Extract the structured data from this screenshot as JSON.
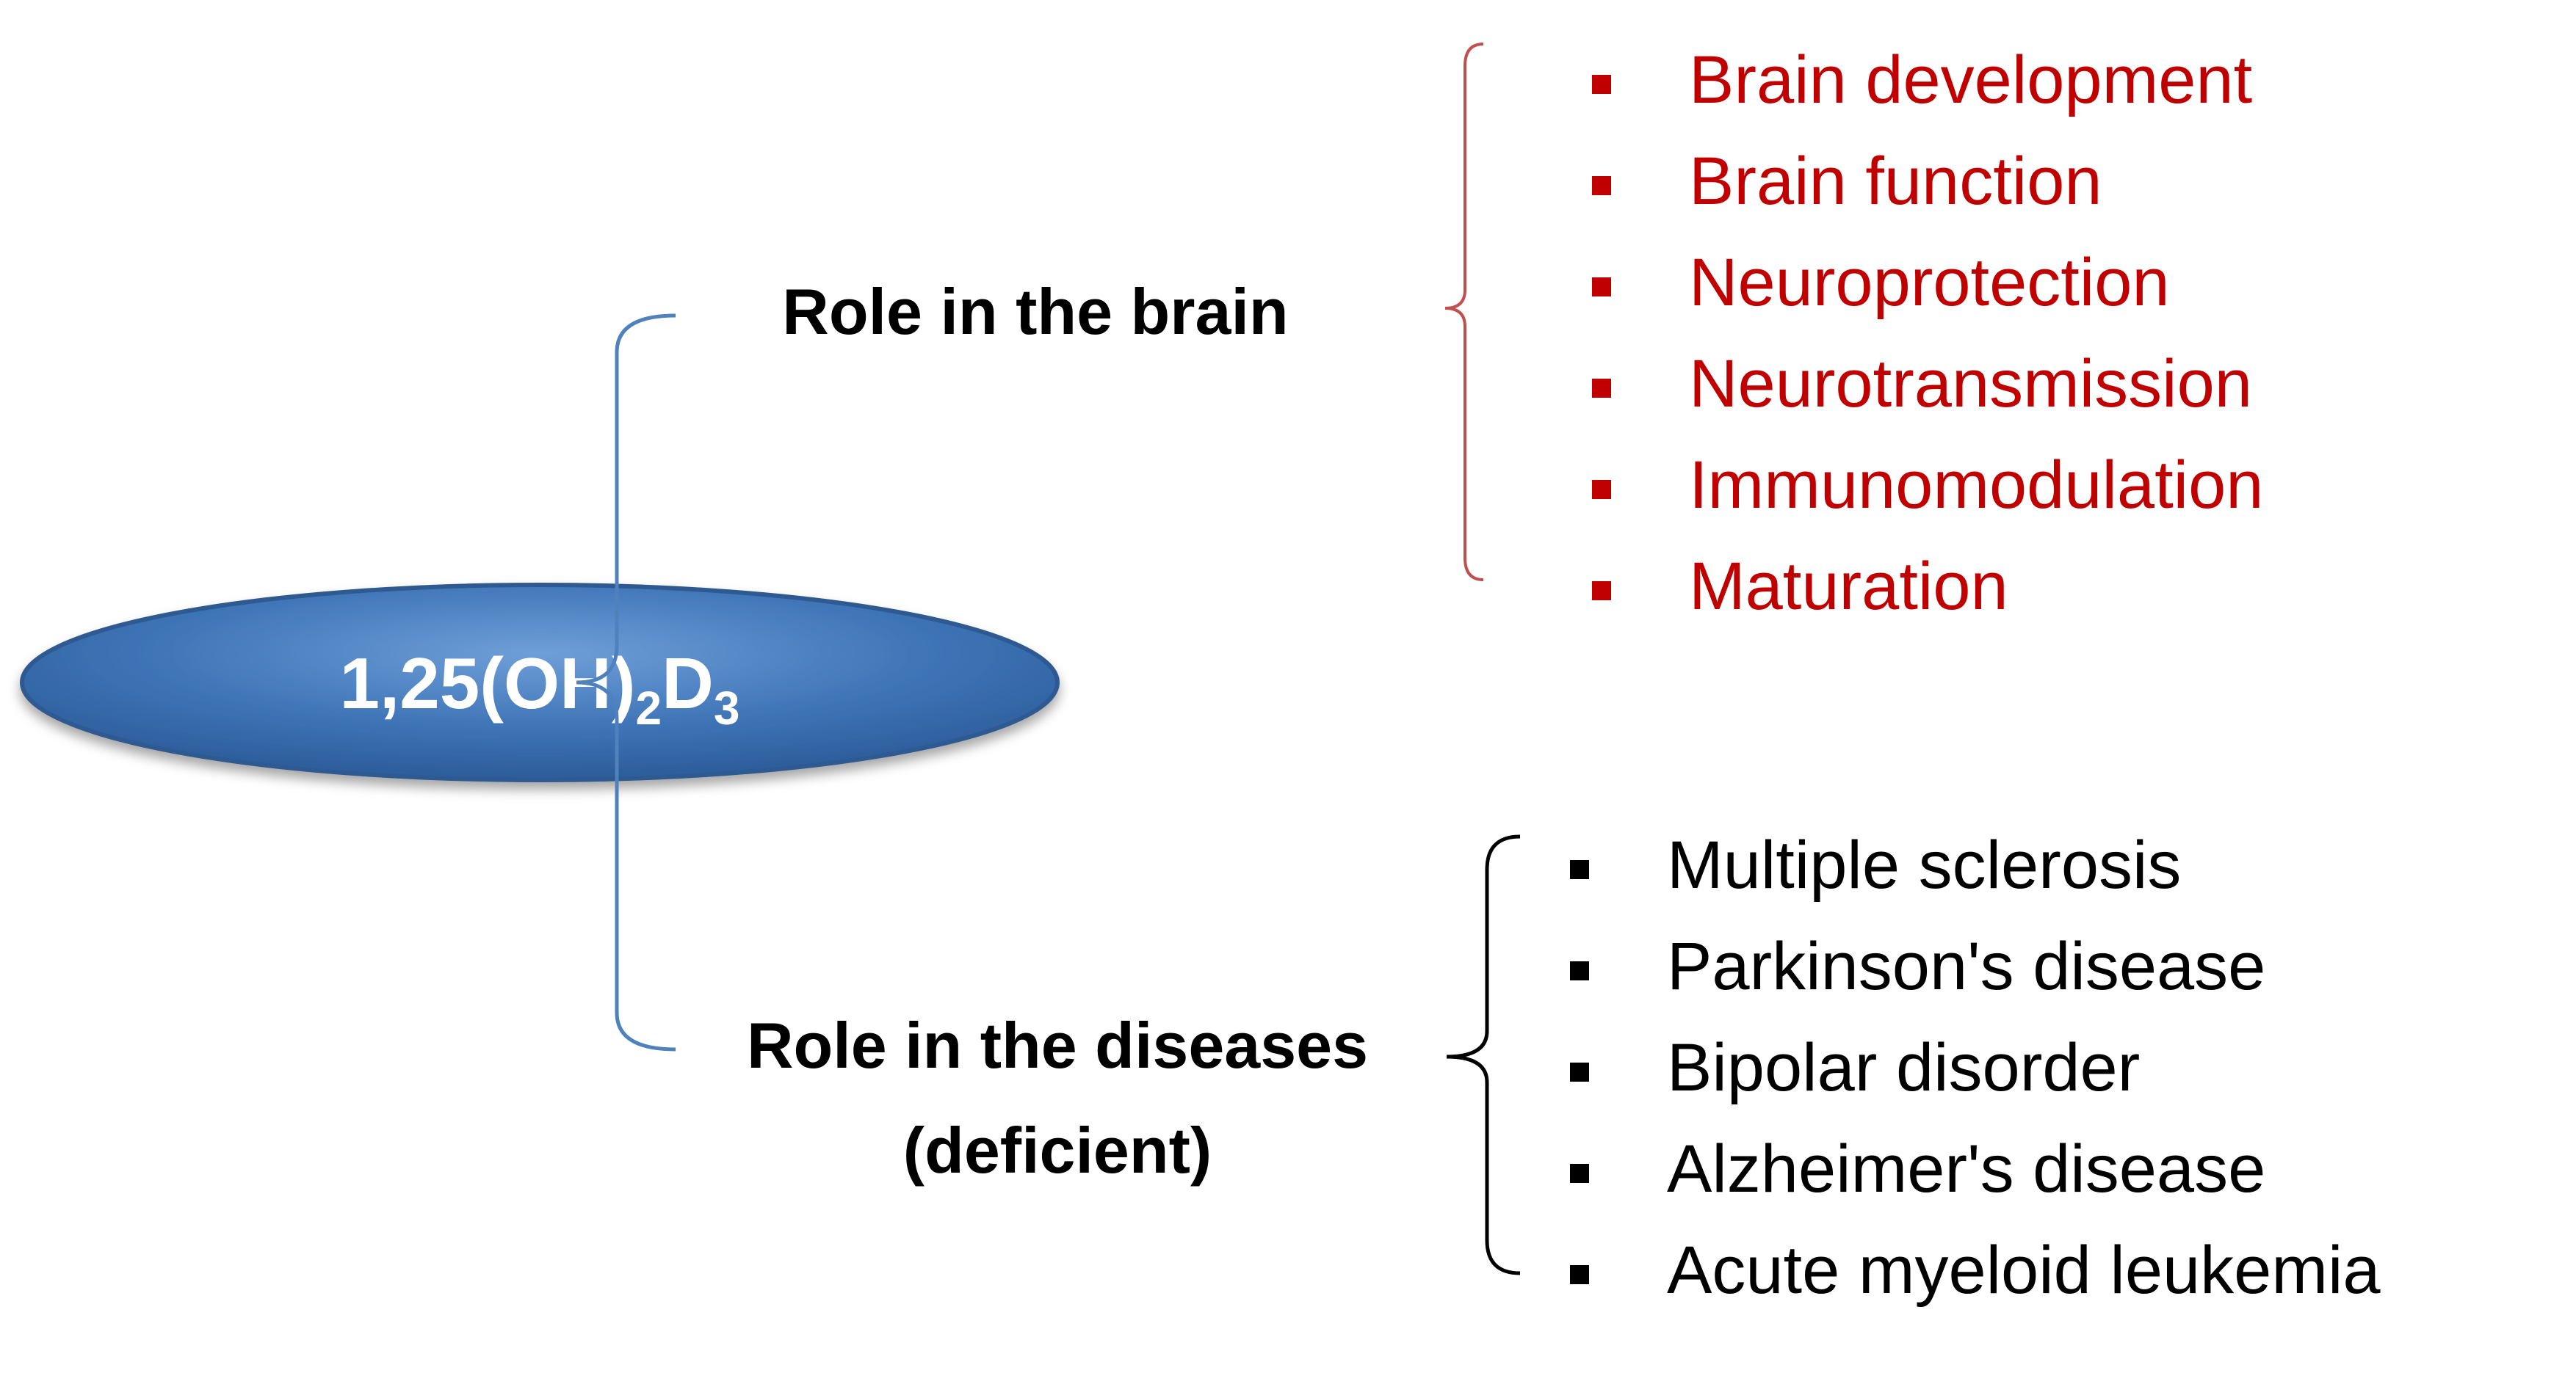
{
  "root": {
    "label_main": "1,25(OH)",
    "label_sub1": "2",
    "label_mid": "D",
    "label_sub2": "3"
  },
  "branches": {
    "brain": {
      "label": "Role in the brain",
      "items": [
        "Brain development",
        "Brain function",
        "Neuroprotection",
        "Neurotransmission",
        "Immunomodulation",
        "Maturation"
      ]
    },
    "diseases": {
      "label_line1": "Role in the diseases",
      "label_line2": "(deficient)",
      "items": [
        "Multiple sclerosis",
        "Parkinson's disease",
        "Bipolar disorder",
        "Alzheimer's disease",
        "Acute myeloid leukemia"
      ]
    }
  },
  "colors": {
    "root_fill": "#3d73b6",
    "root_stroke": "#2d5a91",
    "connector": "#4f81bd",
    "brain_items": "#c00000",
    "disease_items": "#000000"
  }
}
